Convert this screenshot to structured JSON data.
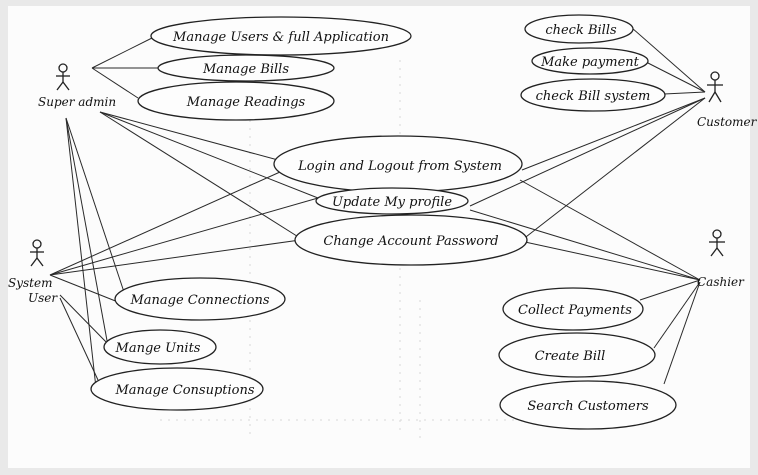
{
  "actors": {
    "super_admin": "Super admin",
    "system_user_line1": "System",
    "system_user_line2": "User",
    "customer": "Customer",
    "cashier": "Cashier"
  },
  "use_cases": {
    "manage_users": "Manage Users & full Application",
    "manage_bills": "Manage Bills",
    "manage_readings": "Manage Readings",
    "check_bills": "check Bills",
    "make_payment": "Make payment",
    "check_bill_system": "check Bill system",
    "login_logout": "Login and Logout from System",
    "update_profile": "Update My profile",
    "change_password": "Change Account Password",
    "manage_connections": "Manage Connections",
    "manage_units": "Mange Units",
    "manage_consumptions": "Manage Consuptions",
    "collect_payments": "Collect Payments",
    "create_bill": "Create Bill",
    "search_customers": "Search Customers"
  }
}
